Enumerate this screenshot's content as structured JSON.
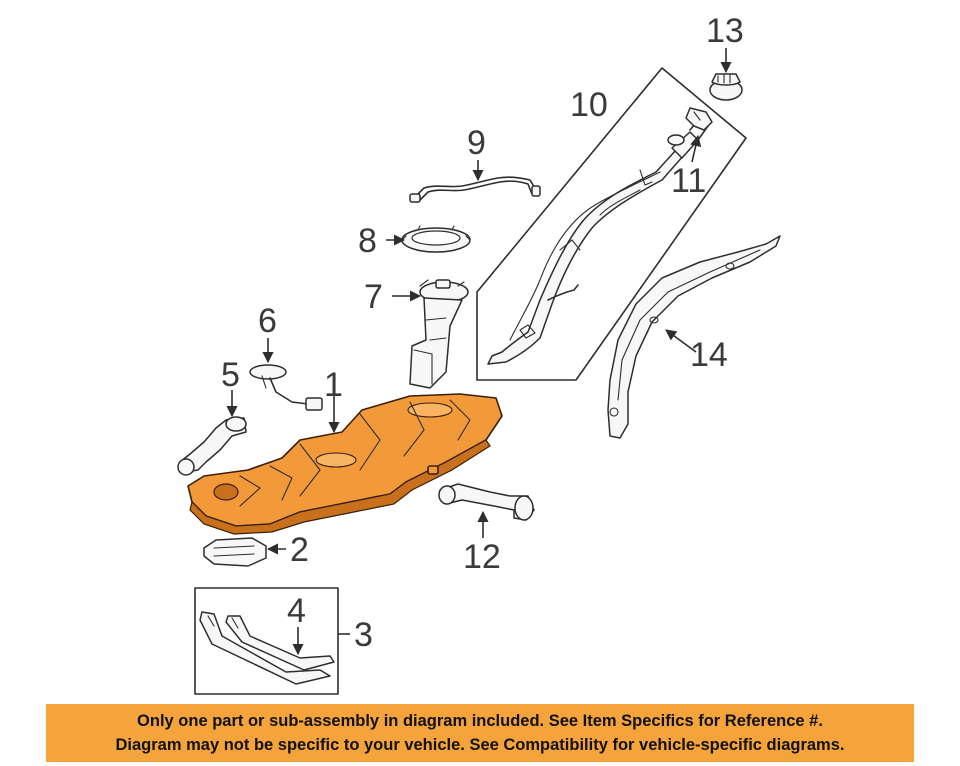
{
  "callouts": {
    "c1": "1",
    "c2": "2",
    "c3": "3",
    "c4": "4",
    "c5": "5",
    "c6": "6",
    "c7": "7",
    "c8": "8",
    "c9": "9",
    "c10": "10",
    "c11": "11",
    "c12": "12",
    "c13": "13",
    "c14": "14"
  },
  "colors": {
    "highlight": "#f29a3a",
    "banner": "#f5a33b",
    "line": "#2e2e2e"
  },
  "banner": {
    "line1": "Only one part or sub-assembly in diagram included. See Item Specifics for Reference #.",
    "line2": "Diagram may not be specific to your vehicle. See Compatibility for vehicle-specific diagrams."
  }
}
